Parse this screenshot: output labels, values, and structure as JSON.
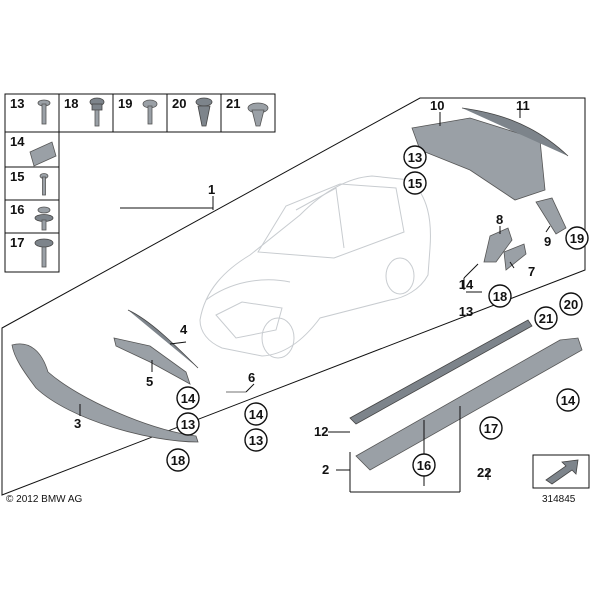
{
  "callouts": {
    "c1": "1",
    "c2": "2",
    "c3": "3",
    "c4": "4",
    "c5": "5",
    "c6": "6",
    "c7": "7",
    "c8": "8",
    "c9": "9",
    "c10": "10",
    "c11": "11",
    "c12": "12",
    "c13": "13",
    "c14": "14",
    "c15": "15",
    "c16": "16",
    "c17": "17",
    "c18": "18",
    "c19": "19",
    "c20": "20",
    "c21": "21",
    "c22": "22"
  },
  "legend": {
    "row1": [
      "13",
      "18",
      "19",
      "20",
      "21"
    ],
    "col": [
      "14",
      "15",
      "16",
      "17"
    ]
  },
  "circled_refs": {
    "rear_13": "13",
    "rear_15": "15",
    "rear_19": "19",
    "bracket_14": "14",
    "bracket_13": "13",
    "bracket_18": "18",
    "skirt_21": "21",
    "skirt_20": "20",
    "skirt_14": "14",
    "skirt_17": "17",
    "skirt_16": "16",
    "front_14a": "14",
    "front_13a": "13",
    "front_18": "18",
    "front_14b": "14",
    "front_13b": "13"
  },
  "footer": {
    "copyright": "© 2012 BMW AG",
    "diagram_id": "314845"
  }
}
